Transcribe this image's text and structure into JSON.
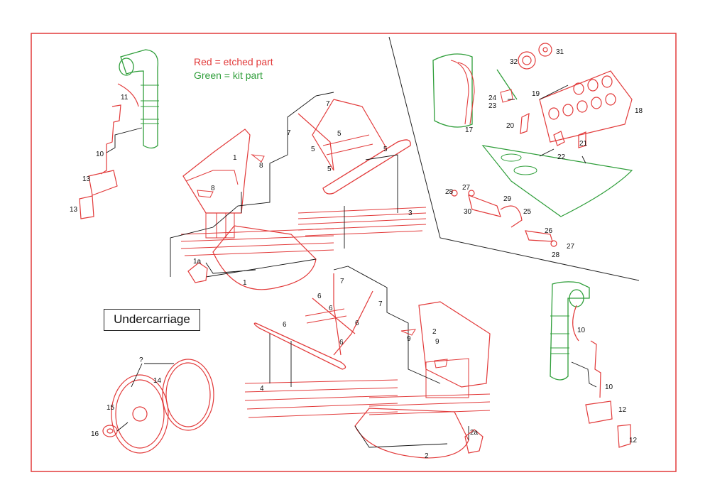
{
  "legend": {
    "red": "Red = etched part",
    "green": "Green = kit part"
  },
  "title": "Undercarriage",
  "colors": {
    "etched": "#e23a3a",
    "kit": "#2f9e3a",
    "leader": "#111111"
  },
  "part_labels": {
    "p1": "1",
    "p1b": "1",
    "p1a": "1a",
    "p2": "2",
    "p2b": "2",
    "p2a": "2a",
    "p3": "3",
    "p4": "4",
    "p5a": "5",
    "p5b": "5",
    "p5c": "5",
    "p5d": "5",
    "p6a": "6",
    "p6b": "6",
    "p6c": "6",
    "p6d": "6",
    "p7a": "7",
    "p7b": "7",
    "p7c": "7",
    "p7d": "7",
    "p8a": "8",
    "p8b": "8",
    "p9a": "9",
    "p9b": "9",
    "p10a": "10",
    "p10b": "10",
    "p10c": "10",
    "p11": "11",
    "p12a": "12",
    "p12b": "12",
    "p13a": "13",
    "p13b": "13",
    "p14": "14",
    "p15": "15",
    "p16": "16",
    "p17": "17",
    "p18": "18",
    "p19": "19",
    "p20": "20",
    "p21": "21",
    "p22": "22",
    "p23": "23",
    "p24": "24",
    "p25": "25",
    "p26": "26",
    "p27a": "27",
    "p27b": "27",
    "p28a": "28",
    "p28b": "28",
    "p29": "29",
    "p30": "30",
    "p31": "31",
    "p32": "32",
    "unknown": "?"
  }
}
